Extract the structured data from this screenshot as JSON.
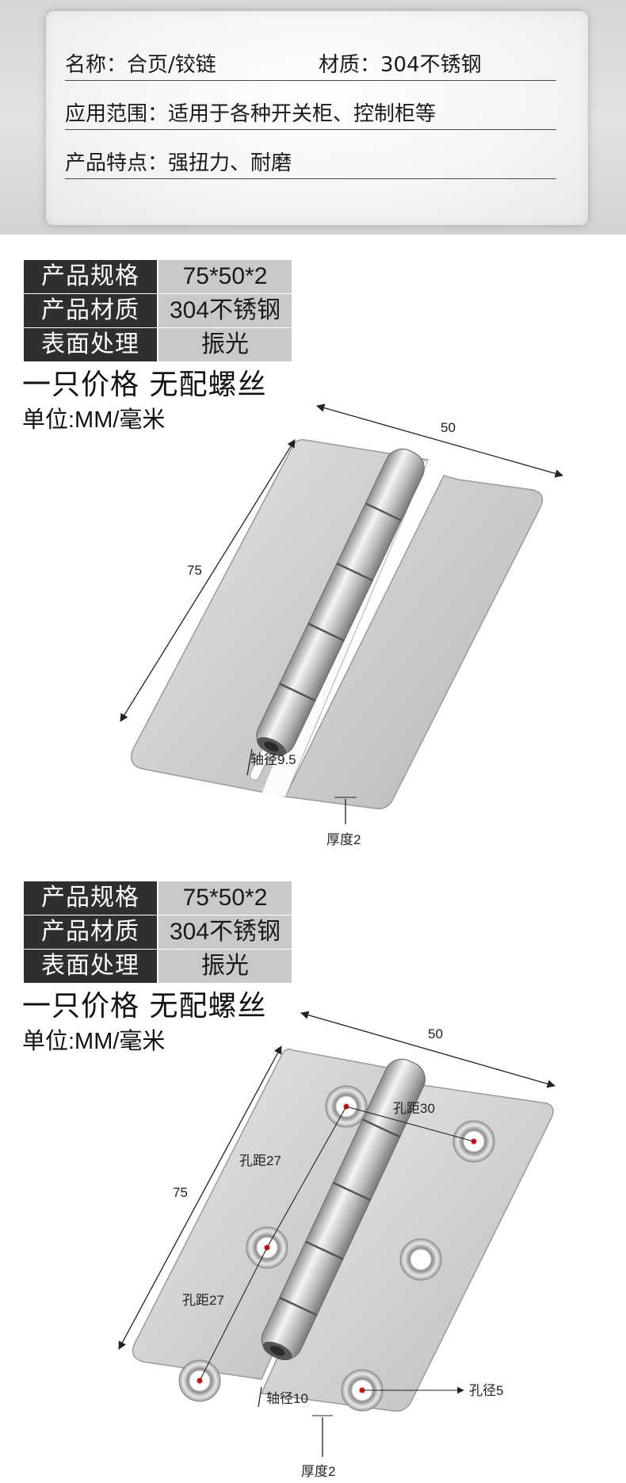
{
  "top_spec": {
    "name": "名称：合页/铰链",
    "material": "材质：304不锈钢",
    "application": "应用范围：适用于各种开关柜、控制柜等",
    "features": "产品特点：强扭力、耐磨"
  },
  "colors": {
    "key_bg": "#2f2f2f",
    "value_bg": "#c9c9c9",
    "steel": "#d4d4d4",
    "marker_red": "#e01010"
  },
  "section_1": {
    "rows": [
      {
        "key": "产品规格",
        "value": "75*50*2"
      },
      {
        "key": "产品材质",
        "value": "304不锈钢"
      },
      {
        "key": "表面处理",
        "value": "振光"
      }
    ],
    "price_note": "一只价格  无配螺丝",
    "unit": "单位:MM/毫米",
    "dims": {
      "width": "50",
      "length": "75",
      "shaft": "轴径9.5",
      "thickness": "厚度2"
    }
  },
  "section_2": {
    "rows": [
      {
        "key": "产品规格",
        "value": "75*50*2"
      },
      {
        "key": "产品材质",
        "value": "304不锈钢"
      },
      {
        "key": "表面处理",
        "value": "振光"
      }
    ],
    "price_note": "一只价格  无配螺丝",
    "unit": "单位:MM/毫米",
    "dims": {
      "width": "50",
      "length": "75",
      "hole_spacing_h": "孔距30",
      "hole_spacing_v1": "孔距27",
      "hole_spacing_v2": "孔距27",
      "hole_dia": "孔径5",
      "shaft": "轴径10",
      "thickness": "厚度2"
    }
  }
}
